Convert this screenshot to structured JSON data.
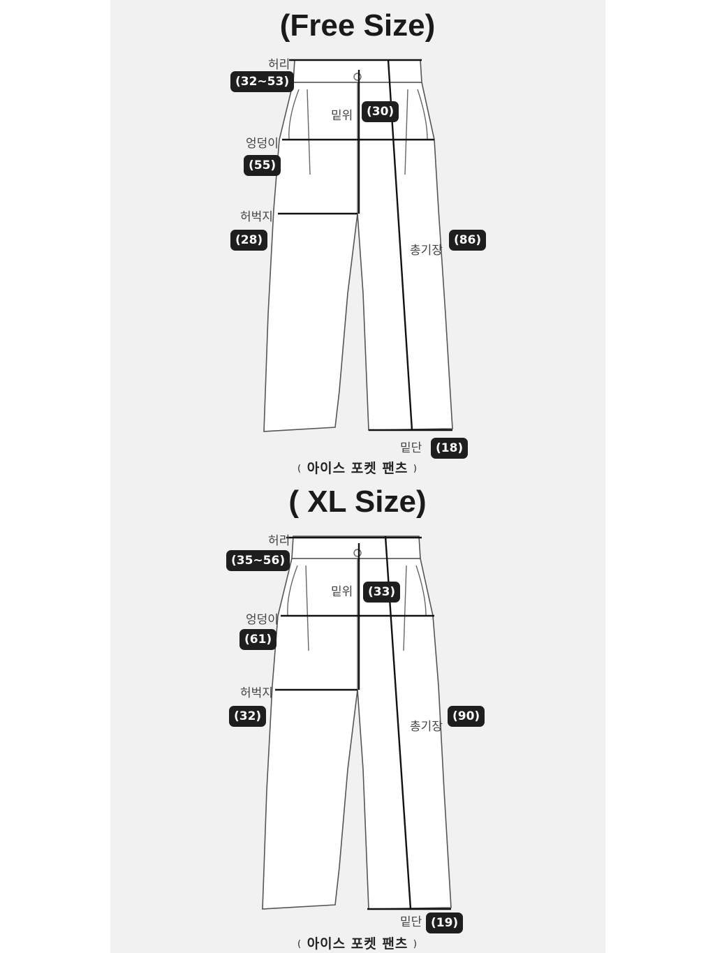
{
  "free": {
    "title": "(Free Size)",
    "waist_label": "허리",
    "waist_value": "(32~53)",
    "rise_label": "밑위",
    "rise_value": "(30)",
    "hip_label": "엉덩이",
    "hip_value": "(55)",
    "thigh_label": "허벅지",
    "thigh_value": "(28)",
    "length_label": "총기장",
    "length_value": "(86)",
    "hem_label": "밑단",
    "hem_value": "(18)",
    "caption": "아이스 포켓 팬츠"
  },
  "xl": {
    "title": "( XL Size)",
    "waist_label": "허리",
    "waist_value": "(35~56)",
    "rise_label": "밑위",
    "rise_value": "(33)",
    "hip_label": "엉덩이",
    "hip_value": "(61)",
    "thigh_label": "허벅지",
    "thigh_value": "(32)",
    "length_label": "총기장",
    "length_value": "(90)",
    "hem_label": "밑단",
    "hem_value": "(19)",
    "caption": "아이스 포켓 팬츠"
  },
  "colors": {
    "panel_bg": "#f1f1f1",
    "badge_bg": "#1e1e1e",
    "line": "#111111"
  }
}
